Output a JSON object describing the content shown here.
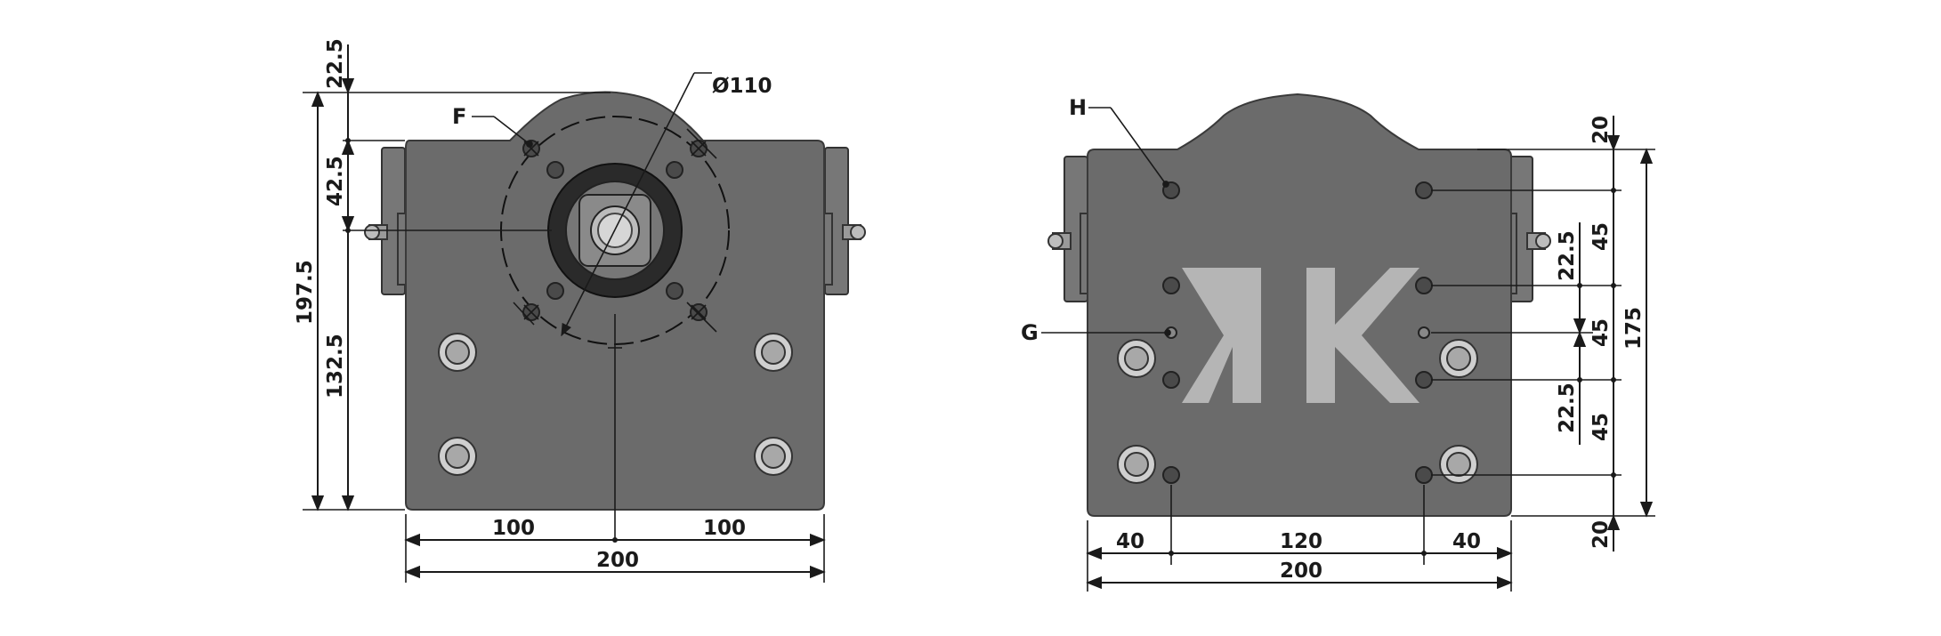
{
  "left_view": {
    "dim_top": "22.5",
    "dim_shaft": "42.5",
    "dim_total_height": "197.5",
    "dim_lower": "132.5",
    "dim_left_half": "100",
    "dim_right_half": "100",
    "dim_width": "200",
    "dim_diameter": "Ø110",
    "label_f": "F"
  },
  "right_view": {
    "label_h": "H",
    "label_g": "G",
    "logo_text": "KK",
    "dim_top_margin": "20",
    "dim_pitch_1": "45",
    "dim_pitch_2": "45",
    "dim_pitch_3": "45",
    "dim_offset_1": "22.5",
    "dim_offset_2": "22.5",
    "dim_height": "175",
    "dim_bottom_margin": "20",
    "dim_left": "40",
    "dim_middle": "120",
    "dim_right": "40",
    "dim_width": "200"
  }
}
